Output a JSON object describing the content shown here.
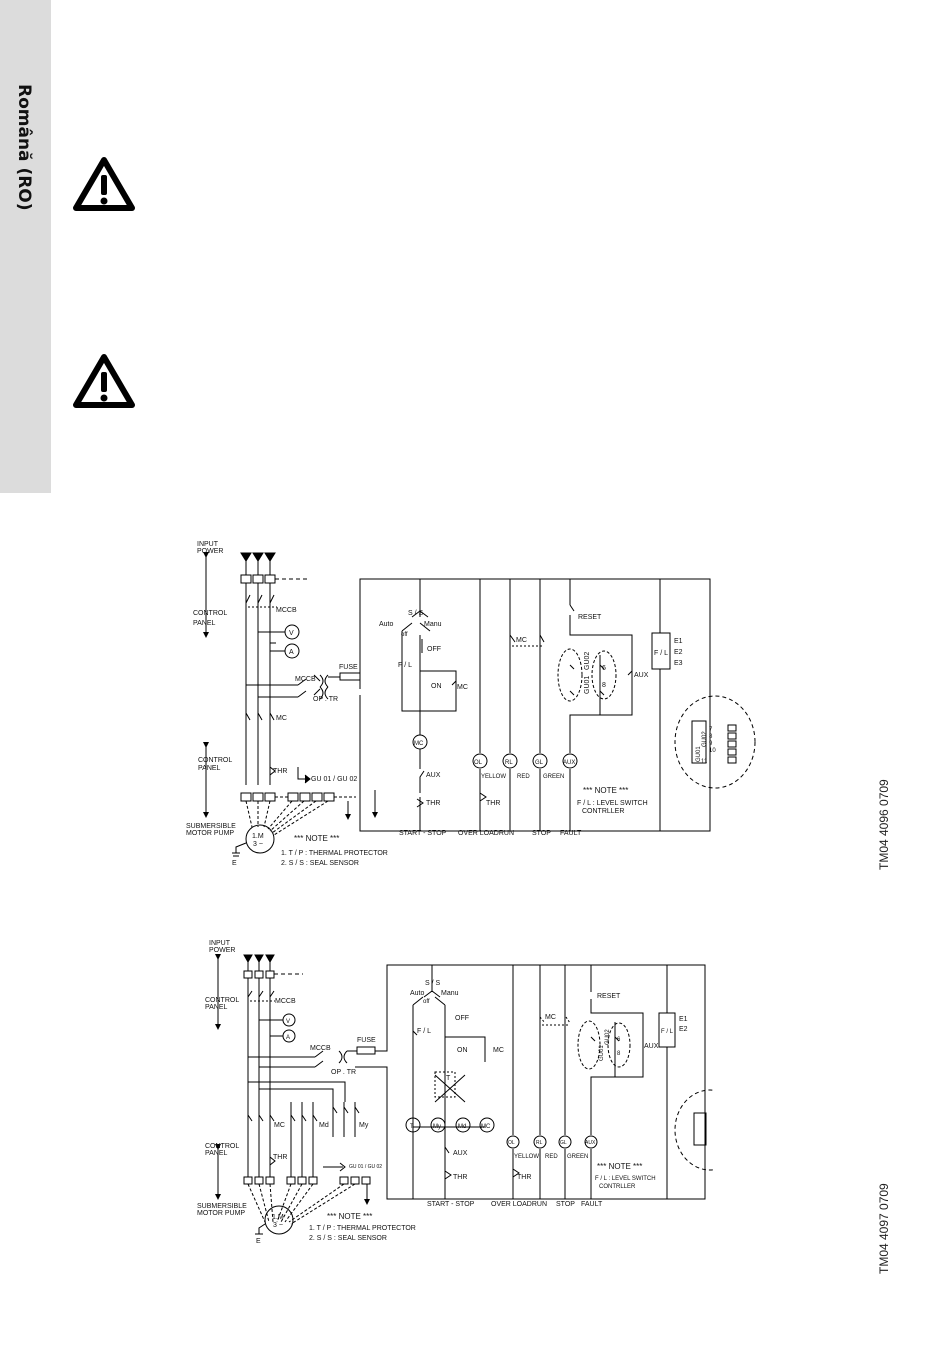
{
  "page": {
    "language_tab": "Română (RO)"
  },
  "diagram1": {
    "code": "TM04 4096 0709",
    "input_power": [
      "INPUT",
      "POWER"
    ],
    "control_panel": [
      "CONTROL",
      "PANEL"
    ],
    "mccb": "MCCB",
    "v": "V",
    "a": "A",
    "fuse": "FUSE",
    "op_tr": "OP . TR",
    "mc": "MC",
    "thr": "THR",
    "control_panel2": [
      "CONTROL",
      "PANEL"
    ],
    "gu_arrow": "GU 01 / GU 02",
    "submersible": [
      "SUBMERSIBLE",
      "MOTOR PUMP"
    ],
    "motor": [
      "1.M",
      "3 ~"
    ],
    "earth": "E",
    "note_title": "***  NOTE  ***",
    "note_lines": [
      "1. T / P : THERMAL PROTECTOR",
      "2. S / S : SEAL SENSOR"
    ],
    "ss": "S / S",
    "auto": "Auto",
    "off_small": "off",
    "manu": "Manu",
    "off": "OFF",
    "fl": "F / L",
    "on": "ON",
    "mc_lamp": "MC",
    "aux": "AUX",
    "reset": "RESET",
    "gu01": "GU01",
    "gu02": "GU02",
    "six": "6",
    "eight": "8",
    "fl_box": "F / L",
    "e1": "E1",
    "e2": "E2",
    "e3": "E3",
    "lamps": [
      "OL",
      "RL",
      "GL",
      "AUX"
    ],
    "lamp_colors": [
      "YELLOW",
      "RED",
      "GREEN"
    ],
    "note2_title": "***  NOTE  ***",
    "note2_lines": [
      "F / L : LEVEL SWITCH",
      "CONTRLLER"
    ],
    "bottom_labels": [
      "START - STOP",
      "OVER LOADRUN",
      "STOP",
      "FAULT"
    ],
    "level_terms": [
      "7",
      "8",
      "9",
      "10",
      "11"
    ]
  },
  "diagram2": {
    "code": "TM04 4097 0709",
    "input_power": [
      "INPUT",
      "POWER"
    ],
    "control_panel": [
      "CONTROL",
      "PANEL"
    ],
    "mccb": "MCCB",
    "v": "V",
    "a": "A",
    "mccb2": "MCCB",
    "fuse": "FUSE",
    "op_tr": "OP . TR",
    "mc": "MC",
    "md": "Md",
    "my": "My",
    "thr": "THR",
    "control_panel2": [
      "CONTROL",
      "PANEL"
    ],
    "gu_arrow": "GU 01 / GU 02",
    "submersible": [
      "SUBMERSIBLE",
      "MOTOR PUMP"
    ],
    "motor": [
      "1.M",
      "3 ~"
    ],
    "earth": "E",
    "note_title": "***  NOTE  ***",
    "note_lines": [
      "1. T / P : THERMAL PROTECTOR",
      "2. S / S : SEAL SENSOR"
    ],
    "ss": "S / S",
    "auto": "Auto",
    "off_small": "off",
    "manu": "Manu",
    "off": "OFF",
    "fl": "F / L",
    "on": "ON",
    "mc_contact": "MC",
    "t_small": "T",
    "coils": [
      "T",
      "My",
      "Md",
      "MC"
    ],
    "aux": "AUX",
    "thr_contact": "THR",
    "reset": "RESET",
    "mc_top": "MC",
    "gu01": "GU01",
    "gu02": "GU02",
    "six": "6",
    "eight": "8",
    "aux_r": "AUX",
    "fl_box": "F / L",
    "e1": "E1",
    "e2": "E2",
    "lamps": [
      "OL",
      "RL",
      "GL",
      "AUX"
    ],
    "lamp_colors": [
      "YELLOW",
      "RED",
      "GREEN"
    ],
    "note2_title": "***  NOTE  ***",
    "note2_lines": [
      "F / L : LEVEL SWITCH",
      "CONTRLLER"
    ],
    "bottom_labels": [
      "START - STOP",
      "OVER LOADRUN",
      "STOP",
      "FAULT"
    ]
  }
}
